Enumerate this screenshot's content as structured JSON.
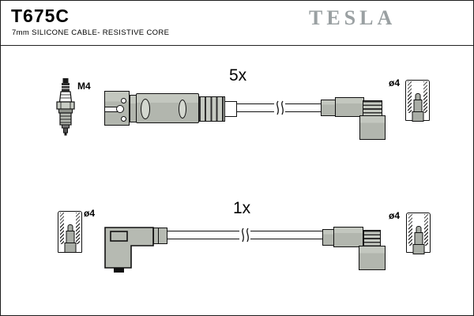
{
  "header": {
    "part_number": "T675C",
    "subtitle": "7mm SILICONE CABLE- RESISTIVE CORE",
    "brand_logo": "TESLA"
  },
  "top_assembly": {
    "quantity": "5x",
    "spark_plug_thread": "M4",
    "terminal_diameter": "ø4"
  },
  "bottom_assembly": {
    "quantity": "1x",
    "terminal_diameter_left": "ø4",
    "terminal_diameter_right": "ø4"
  },
  "colors": {
    "connector_fill": "#b6bab2",
    "terminal_fill": "#a9ada6",
    "logo_gray": "#9aa0a2",
    "outline": "#111111"
  }
}
